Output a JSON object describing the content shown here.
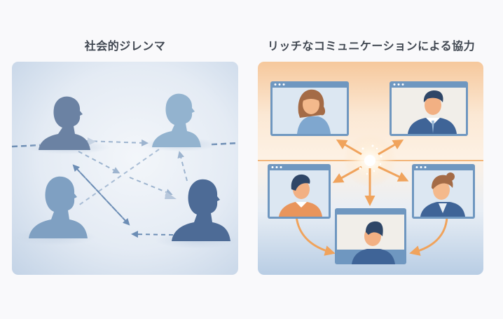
{
  "titles": {
    "left": "社会的ジレンマ",
    "right": "リッチなコミュニケーションによる協力"
  },
  "left_panel": {
    "concept": "social-dilemma",
    "figures": [
      {
        "id": "person-top-left",
        "shade": "#6b82a3"
      },
      {
        "id": "person-top-right",
        "shade": "#93b3cf"
      },
      {
        "id": "person-bottom-left",
        "shade": "#7fa0c2"
      },
      {
        "id": "person-bottom-right",
        "shade": "#4d6b96"
      }
    ],
    "arrow_color": "#8fa9c7",
    "background_color": "#e4ebf4"
  },
  "right_panel": {
    "concept": "rich-communication-cooperation",
    "video_windows": [
      {
        "id": "window-woman-long-hair",
        "position": "top-left"
      },
      {
        "id": "window-man-suit",
        "position": "top-right"
      },
      {
        "id": "window-young-man",
        "position": "middle-left"
      },
      {
        "id": "window-woman-bun",
        "position": "middle-right"
      },
      {
        "id": "window-man-profile",
        "position": "bottom-center"
      }
    ],
    "hub_color": "#ffffff",
    "arrow_color": "#f0a35c",
    "window_frame_color": "#6f97c0",
    "background_top": "#f6c89c",
    "background_bottom": "#b8cde4"
  }
}
